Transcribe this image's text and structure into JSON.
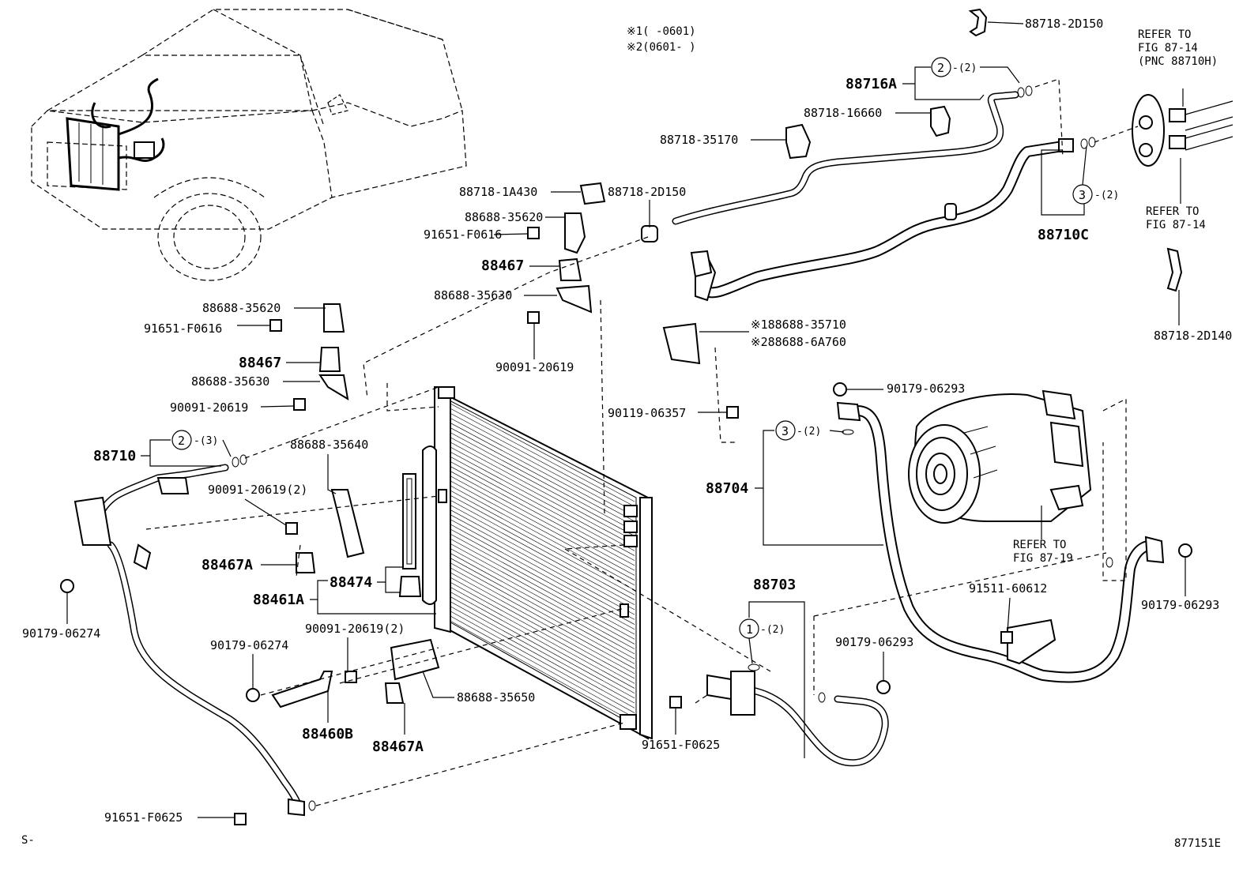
{
  "notes": {
    "note1": "※1(     -0601)",
    "note2": "※2(0601-     )"
  },
  "refers": {
    "r1_l1": "REFER TO",
    "r1_l2": "FIG 87-14",
    "r1_l3": "(PNC 88710H)",
    "r2_l1": "REFER TO",
    "r2_l2": "FIG 87-14",
    "r3_l1": "REFER TO",
    "r3_l2": "FIG 87-19"
  },
  "parts": {
    "p_88718_2D150_top": "88718-2D150",
    "p_88716A": "88716A",
    "p_88718_16660": "88718-16660",
    "p_88718_35170": "88718-35170",
    "p_88710C": "88710C",
    "p_88718_2D140": "88718-2D140",
    "p_88718_1A430": "88718-1A430",
    "p_88718_2D150_mid": "88718-2D150",
    "p_88688_35620_a": "88688-35620",
    "p_91651_F0616_a": "91651-F0616",
    "p_88467_a": "88467",
    "p_88688_35630_a": "88688-35630",
    "p_90091_20619_a": "90091-20619",
    "p_88688_35710": "※188688-35710",
    "p_88688_6A760": "※288688-6A760",
    "p_90119_06357": "90119-06357",
    "p_90179_06293_a": "90179-06293",
    "p_88704": "88704",
    "p_88688_35620_b": "88688-35620",
    "p_91651_F0616_b": "91651-F0616",
    "p_88467_b": "88467",
    "p_88688_35630_b": "88688-35630",
    "p_90091_20619_b": "90091-20619",
    "p_88710": "88710",
    "p_88688_35640": "88688-35640",
    "p_90091_20619_2a": "90091-20619(2)",
    "p_88467A_a": "88467A",
    "p_88474": "88474",
    "p_88461A": "88461A",
    "p_90179_06274_a": "90179-06274",
    "p_90091_20619_2b": "90091-20619(2)",
    "p_90179_06274_b": "90179-06274",
    "p_88688_35650": "88688-35650",
    "p_88460B": "88460B",
    "p_88467A_b": "88467A",
    "p_91651_F0625_a": "91651-F0625",
    "p_88703": "88703",
    "p_90179_06293_b": "90179-06293",
    "p_91511_60612": "91511-60612",
    "p_90179_06293_c": "90179-06293",
    "p_91651_F0625_b": "91651-F0625"
  },
  "callouts": {
    "c2a_num": "2",
    "c2a_qty": "-(2)",
    "c3a_num": "3",
    "c3a_qty": "-(2)",
    "c3b_num": "3",
    "c3b_qty": "-(2)",
    "c2b_num": "2",
    "c2b_qty": "-(3)",
    "c1_num": "1",
    "c1_qty": "-(2)"
  },
  "footer": {
    "left": "S-",
    "code": "877151E"
  }
}
